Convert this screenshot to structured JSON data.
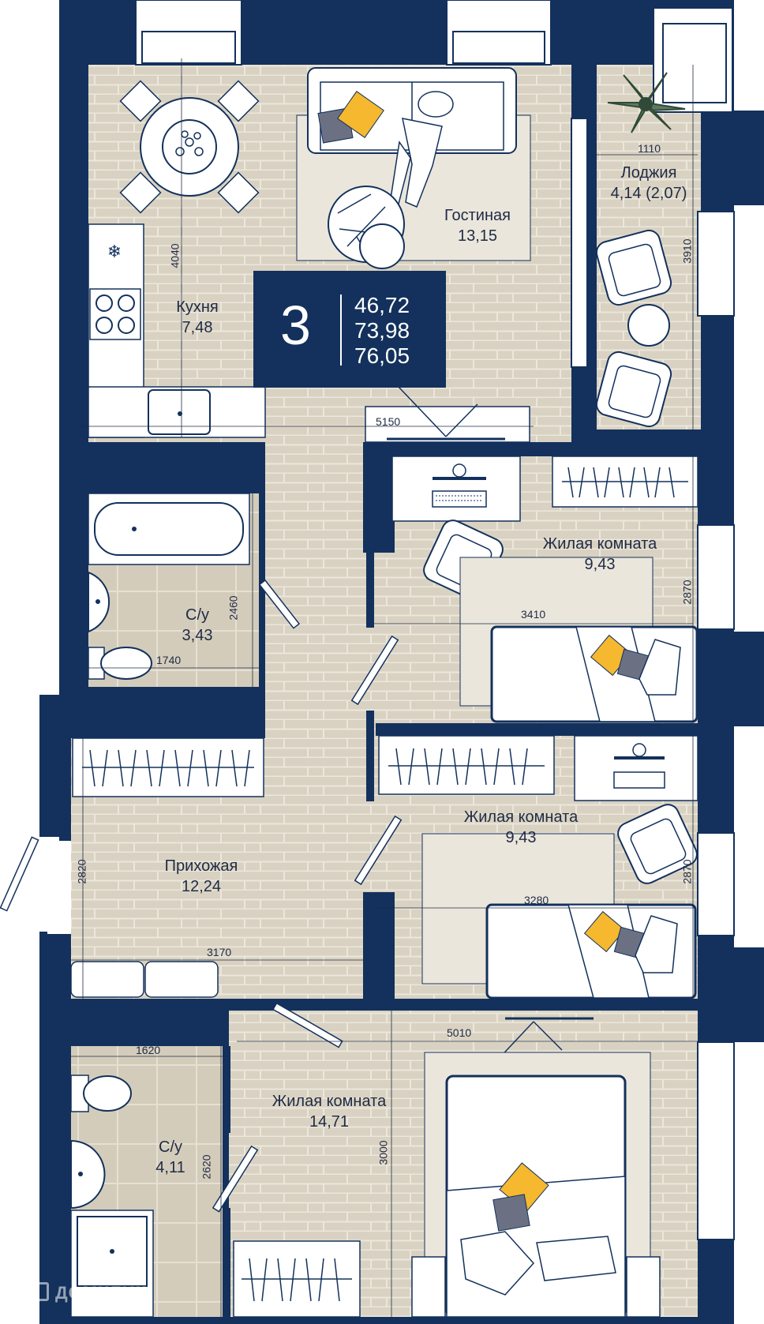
{
  "summary": {
    "rooms_count": "3",
    "areas": [
      "46,72",
      "73,98",
      "76,05"
    ]
  },
  "rooms": {
    "loggia": {
      "name": "Лоджия",
      "area": "4,14 (2,07)"
    },
    "living": {
      "name": "Гостиная",
      "area": "13,15"
    },
    "kitchen": {
      "name": "Кухня",
      "area": "7,48"
    },
    "bedroom1": {
      "name": "Жилая комната",
      "area": "9,43"
    },
    "bathroom1": {
      "name": "С/у",
      "area": "3,43"
    },
    "bedroom2": {
      "name": "Жилая комната",
      "area": "9,43"
    },
    "hallway": {
      "name": "Прихожая",
      "area": "12,24"
    },
    "bedroom3": {
      "name": "Жилая комната",
      "area": "14,71"
    },
    "bathroom2": {
      "name": "С/у",
      "area": "4,11"
    }
  },
  "dimensions": {
    "loggia_width": "1110",
    "loggia_length": "3910",
    "kitchen_depth": "4040",
    "living_width": "5150",
    "bedroom1_width": "3410",
    "bedroom1_depth": "2870",
    "bath1_depth": "2460",
    "bath1_width": "1740",
    "bedroom2_width": "3280",
    "bedroom2_depth": "2870",
    "hall_depth": "2820",
    "hall_width": "3170",
    "bath2_width": "1620",
    "bath2_depth": "2620",
    "bedroom3_width": "5010",
    "bedroom3_depth": "3000"
  },
  "watermark": "ДОМКЛИК",
  "colors": {
    "wall": "#13315c",
    "floor": "#d9d2c2",
    "floor_line": "#ece7dc",
    "furniture": "#ffffff",
    "accent_yellow": "#f5b82e",
    "accent_gray": "#6b7183",
    "rug": "#ebe6dc"
  }
}
